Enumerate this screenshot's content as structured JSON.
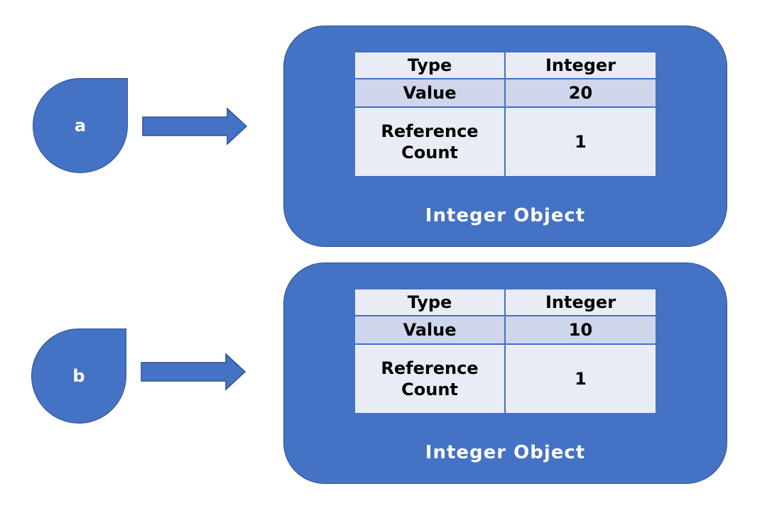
{
  "diagram": {
    "references": [
      {
        "variable": "a",
        "object": {
          "label": "Integer Object",
          "rows": {
            "type": {
              "key": "Type",
              "value": "Integer"
            },
            "value": {
              "key": "Value",
              "value": "20"
            },
            "refcount": {
              "key_line1": "Reference",
              "key_line2": "Count",
              "value": "1"
            }
          }
        }
      },
      {
        "variable": "b",
        "object": {
          "label": "Integer Object",
          "rows": {
            "type": {
              "key": "Type",
              "value": "Integer"
            },
            "value": {
              "key": "Value",
              "value": "10"
            },
            "refcount": {
              "key_line1": "Reference",
              "key_line2": "Count",
              "value": "1"
            }
          }
        }
      }
    ],
    "colors": {
      "shape_fill": "#4472c4",
      "shape_border": "#2f528f",
      "row_light": "#e9ecf5",
      "row_dark": "#cfd5ea"
    }
  }
}
